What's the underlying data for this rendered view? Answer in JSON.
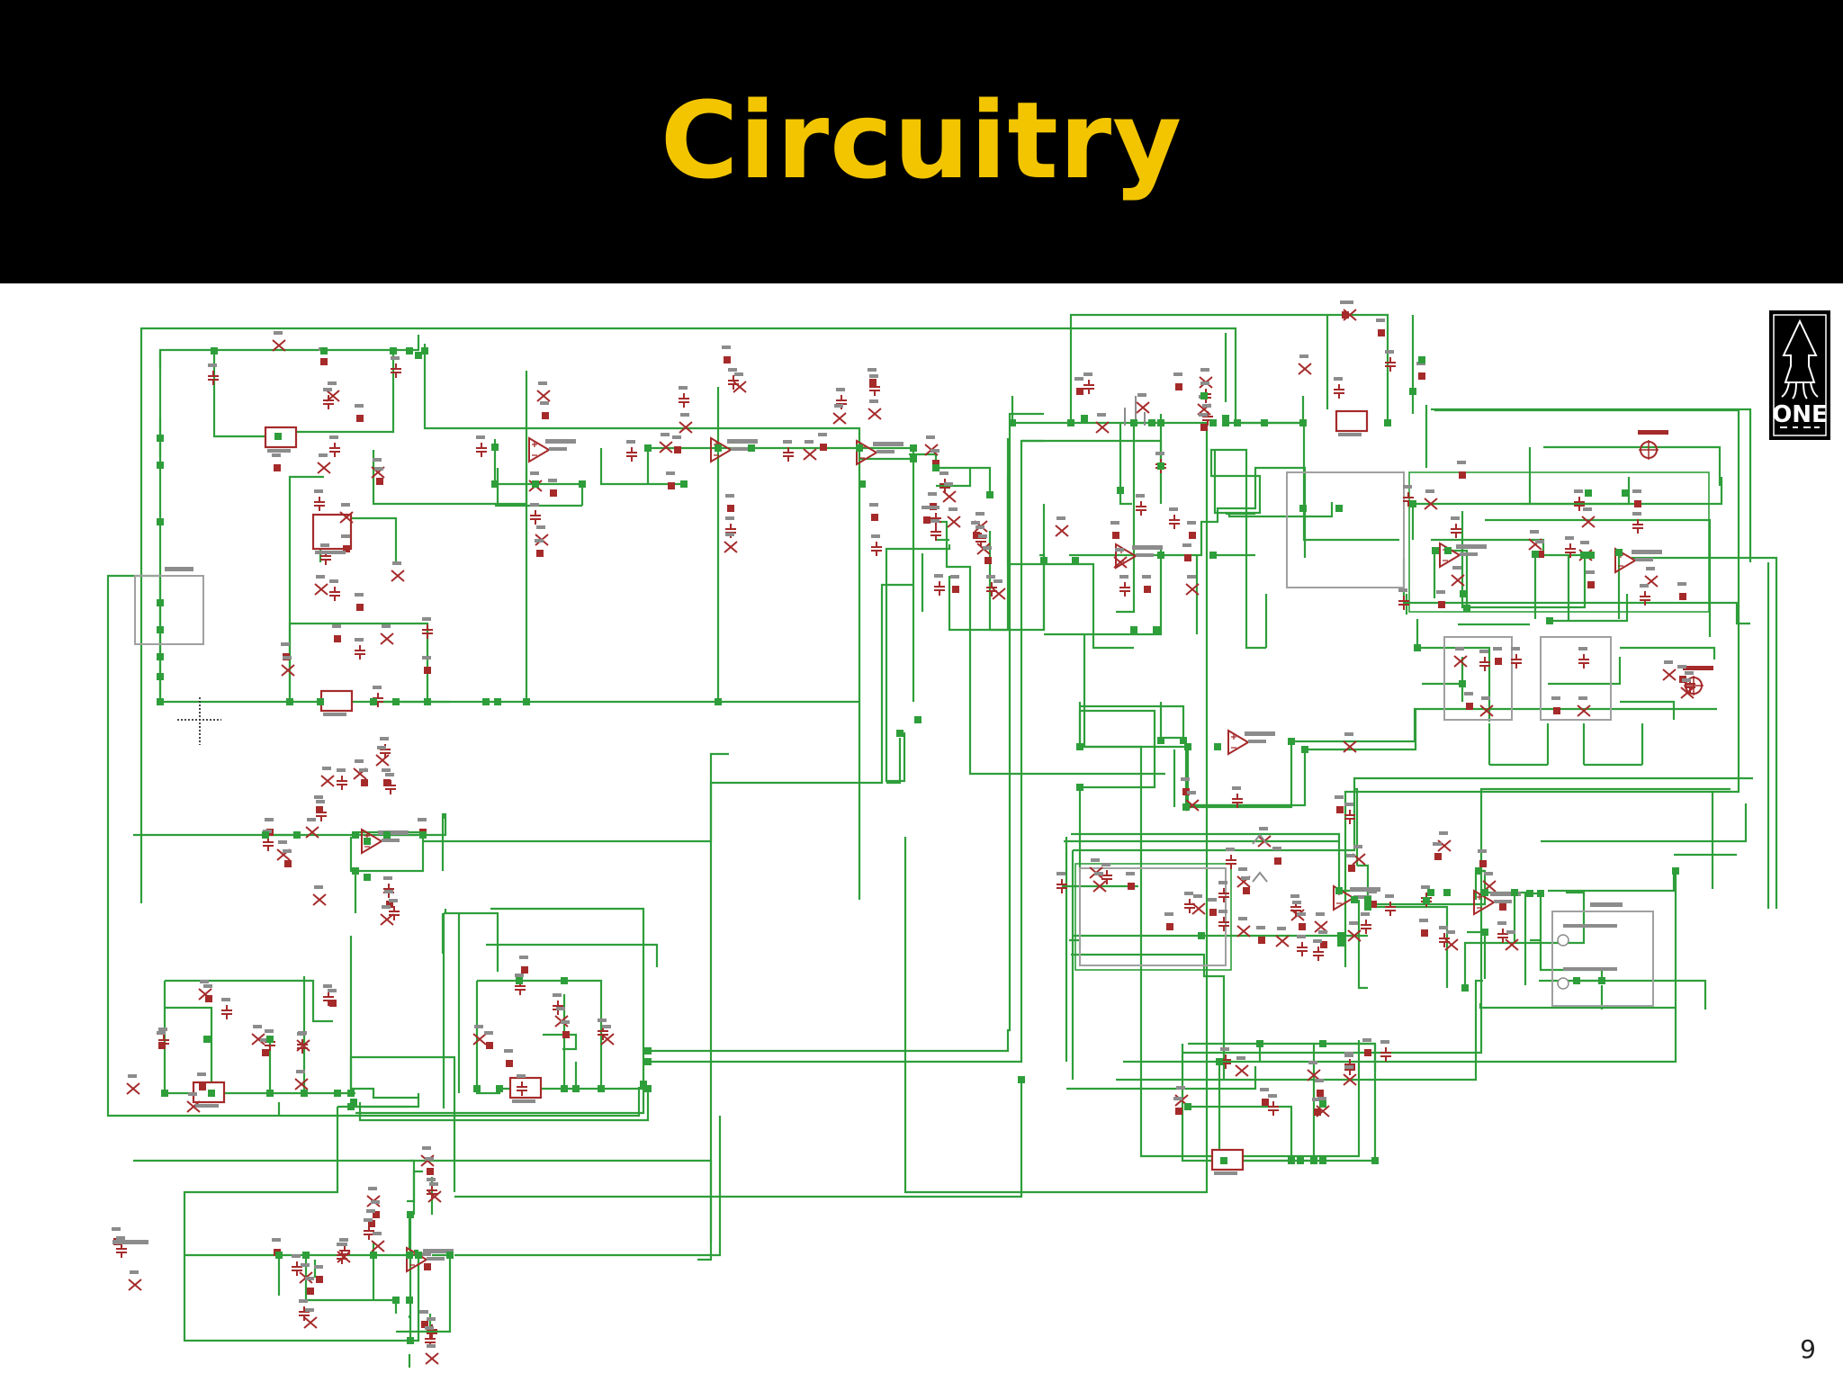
{
  "slide": {
    "title": "Circuitry",
    "page_number": "9"
  },
  "colors": {
    "background": "#ffffff",
    "header_background": "#000000",
    "title": "#f2c500",
    "wire": "#2e9e3a",
    "junction": "#2e9e3a",
    "component": "#a52a2a",
    "label": "#8c8c8c",
    "module_border": "#a0a0a0"
  },
  "logo": {
    "text": "ONE"
  },
  "icons": [
    "cursor-crosshair-icon",
    "onelab-logo-icon"
  ]
}
